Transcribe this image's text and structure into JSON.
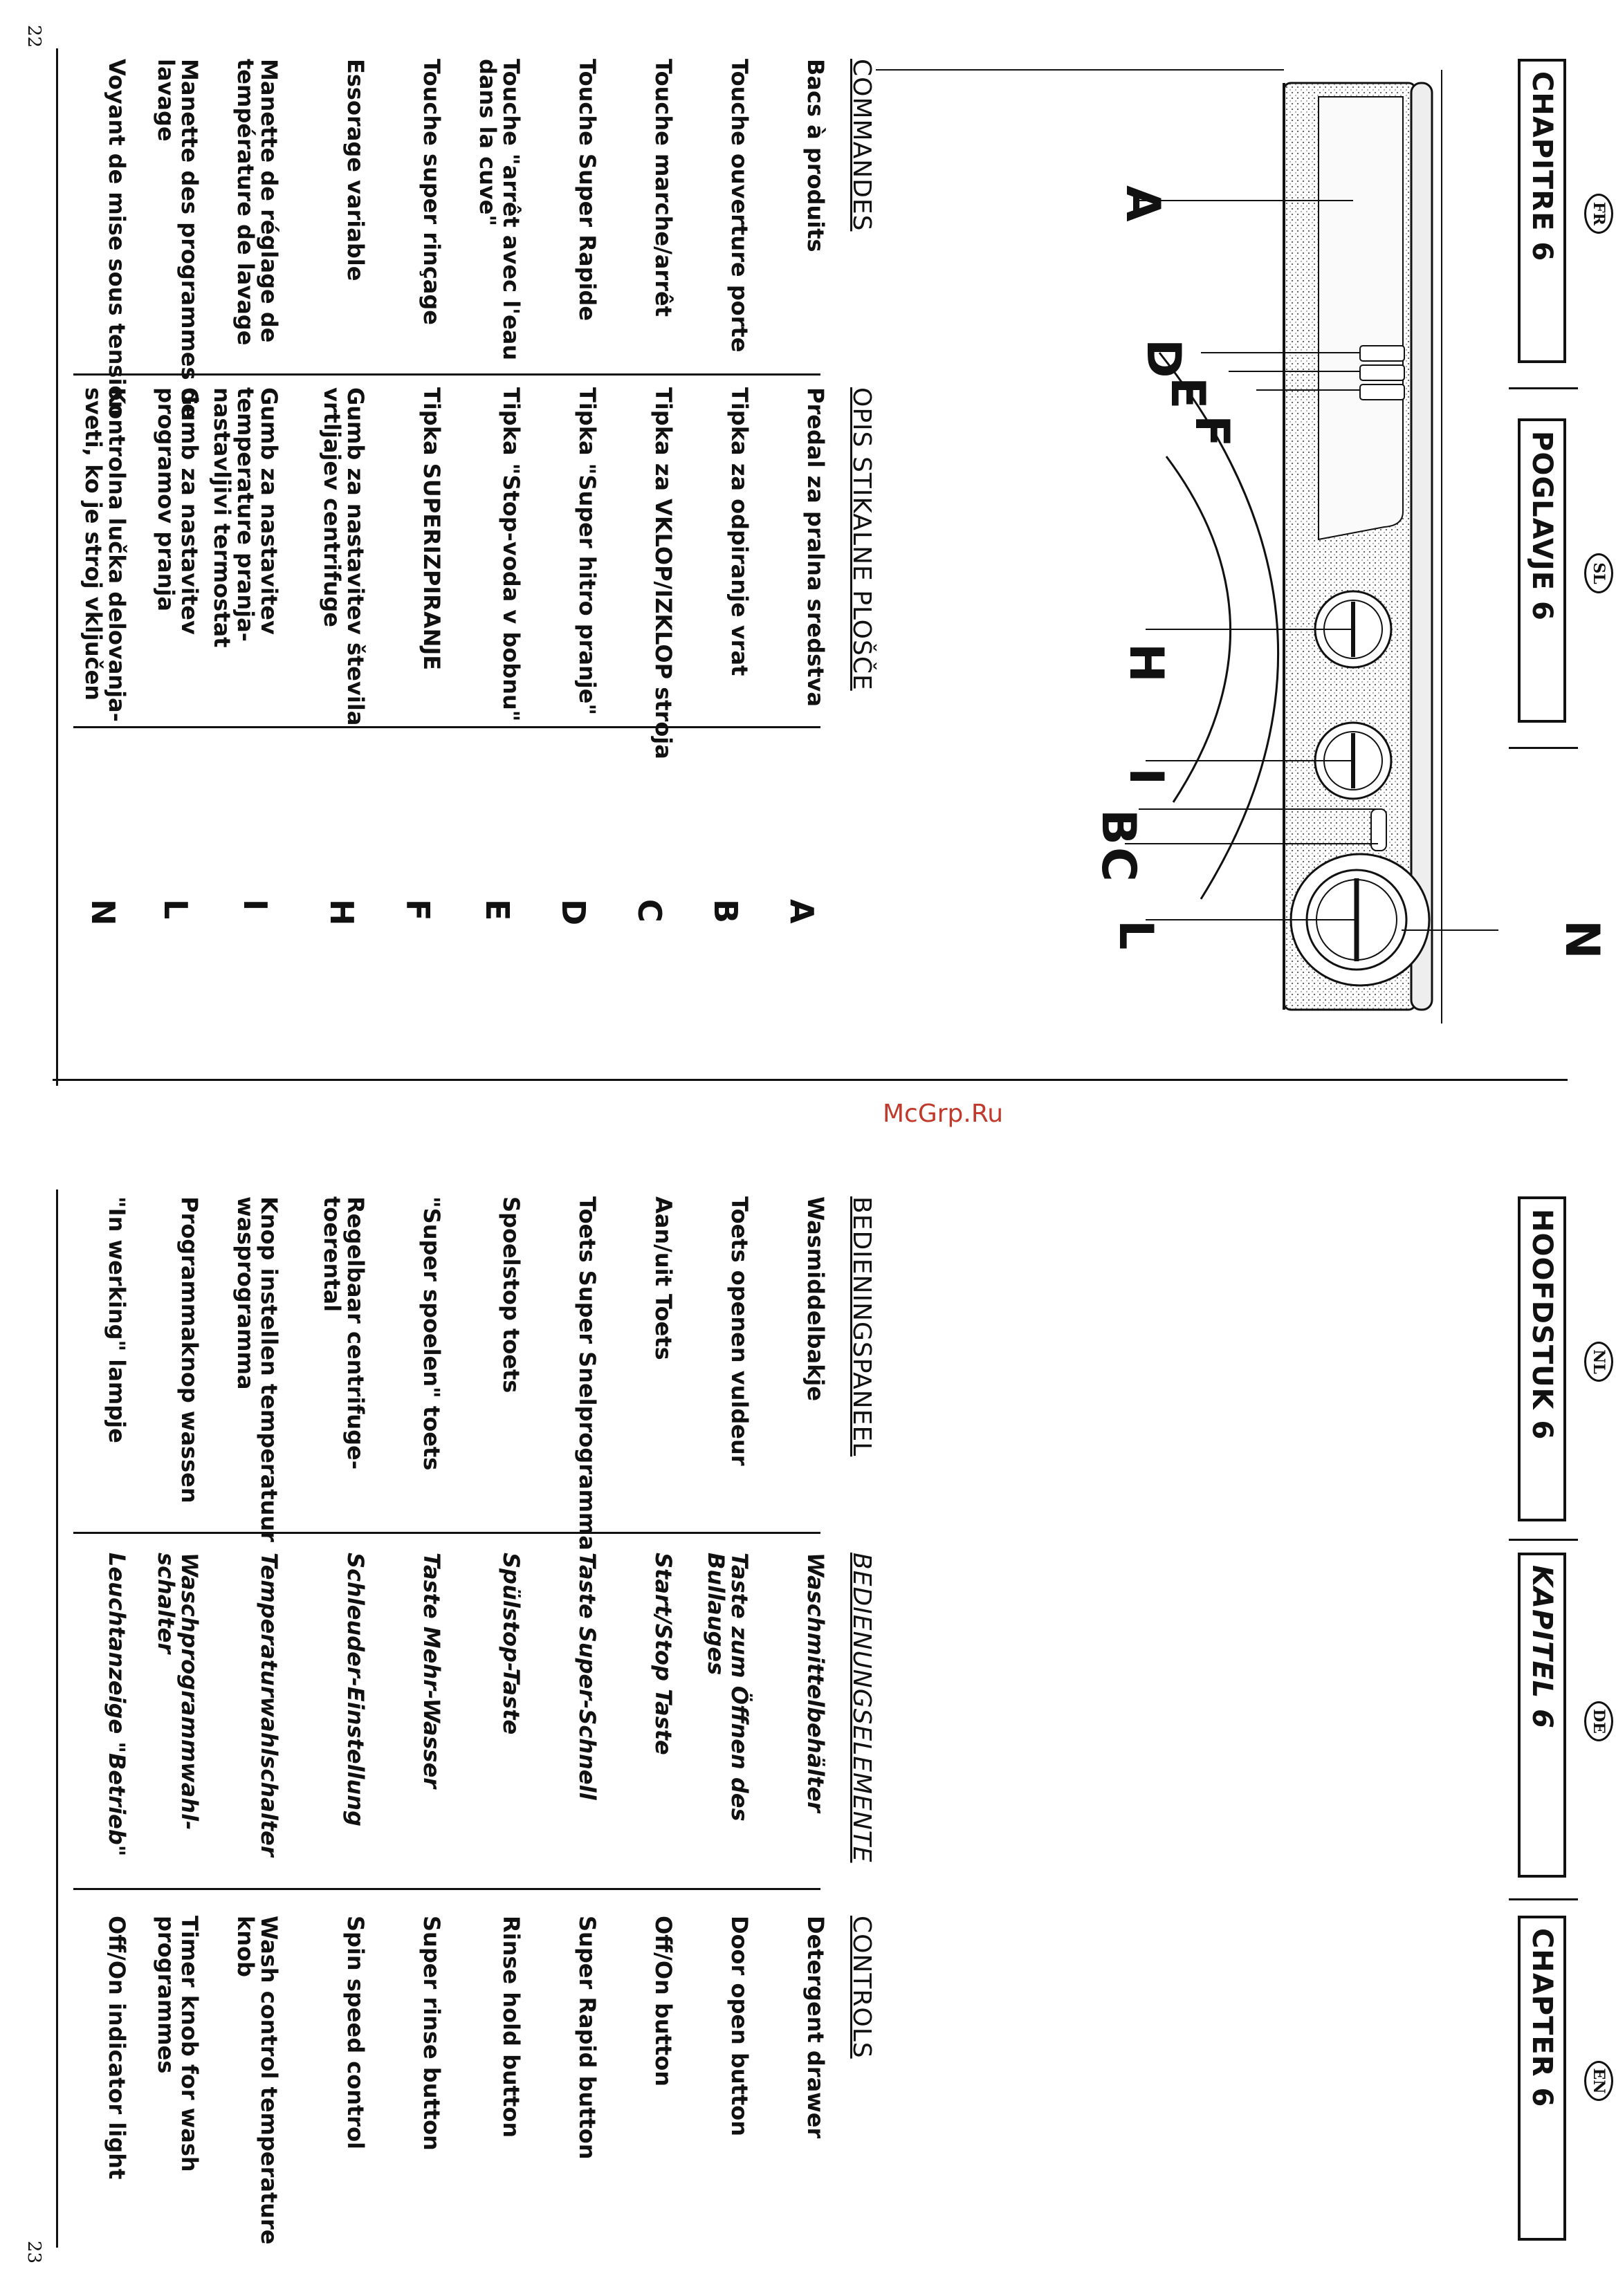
{
  "page_numbers": {
    "left": "22",
    "right": "23"
  },
  "watermark": "McGrp.Ru",
  "fr": {
    "chapter": "CHAPITRE 6",
    "lang": "FR",
    "heading": "COMMANDES",
    "items": [
      "Bacs à produits",
      "Touche ouverture porte",
      "Touche marche/arrêt",
      "Touche Super Rapide",
      "Touche \"arrêt avec l'eau\ndans la cuve\"",
      "Touche super rinçage",
      "Essorage variable",
      "Manette de réglage de\ntempérature de lavage",
      "Manette des programmes de\nlavage",
      "Voyant de mise sous tension"
    ]
  },
  "sl": {
    "chapter": "POGLAVJE 6",
    "lang": "SL",
    "heading": "OPIS STIKALNE PLOŠČE",
    "items": [
      "Predal za pralna sredstva",
      "Tipka za odpiranje vrat",
      "Tipka za VKLOP/IZKLOP stroja",
      "Tipka \"Super hitro pranje\"",
      "Tipka \"Stop-voda v bobnu\"",
      "Tipka SUPERIZPIRANJE",
      "Gumb za nastavitev števila\nvrtljajev centrifuge",
      "Gumb za nastavitev\ntemperature pranja-\nnastavljivi termostat",
      "Gumb za nastavitev\nprogramov pranja",
      "Kontrolna lučka delovanja-\nsveti, ko je stroj vključen"
    ]
  },
  "letters": [
    "A",
    "B",
    "C",
    "D",
    "E",
    "F",
    "H",
    "I",
    "L",
    "N"
  ],
  "diagram": {
    "labels": {
      "A": "A",
      "D": "D",
      "E": "E",
      "F": "F",
      "H": "H",
      "I": "I",
      "B": "B",
      "C": "C",
      "L": "L",
      "N": "N"
    }
  },
  "nl": {
    "chapter": "HOOFDSTUK 6",
    "lang": "NL",
    "heading": "BEDIENINGSPANEEL",
    "items": [
      "Wasmiddelbakje",
      "Toets openen vuldeur",
      "Aan/uit Toets",
      "Toets Super Snelprogramma",
      "Spoelstop toets",
      "\"Super spoelen\" toets",
      "Regelbaar centrifuge-\ntoerental",
      "Knop instellen temperatuur\nwasprogramma",
      "Programmaknop wassen",
      "\"In werking\" lampje"
    ]
  },
  "de": {
    "chapter": "KAPITEL 6",
    "lang": "DE",
    "heading": "BEDIENUNGSELEMENTE",
    "items": [
      "Waschmittelbehälter",
      "Taste zum Öffnen des\nBullauges",
      "Start/Stop Taste",
      "Taste Super-Schnell",
      "Spülstop-Taste",
      "Taste Mehr-Wasser",
      "Schleuder-Einstellung",
      "Temperaturwahlschalter",
      "Waschprogrammwahl-\nschalter",
      "Leuchtanzeige \"Betrieb\""
    ]
  },
  "en": {
    "chapter": "CHAPTER 6",
    "lang": "EN",
    "heading": "CONTROLS",
    "items": [
      "Detergent drawer",
      "Door open button",
      "Off/On button",
      "Super Rapid button",
      "Rinse hold button",
      "Super rinse button",
      "Spin speed control",
      "Wash control temperature\nknob",
      "Timer knob for wash\nprogrammes",
      "Off/On indicator light"
    ]
  }
}
